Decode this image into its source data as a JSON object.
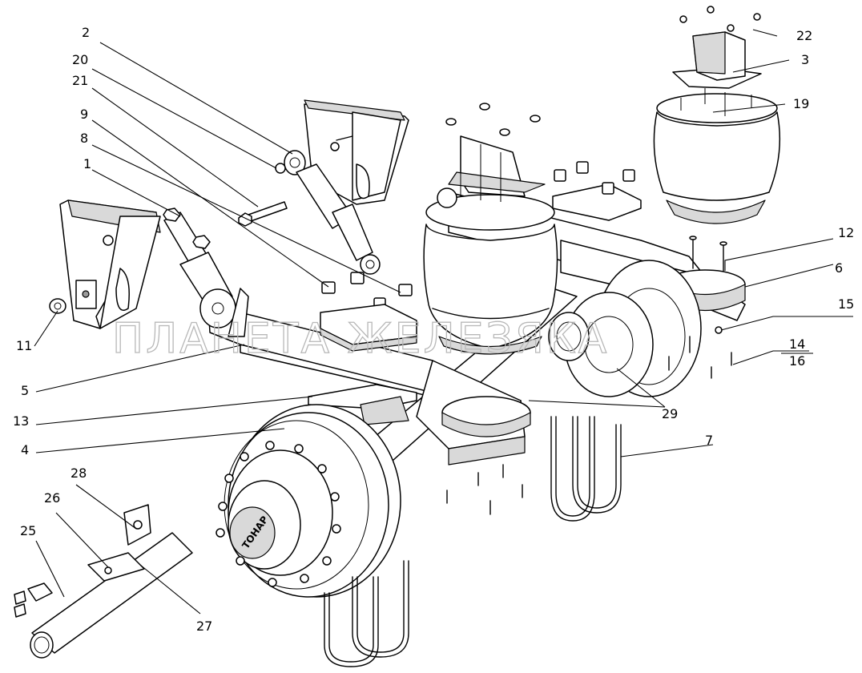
{
  "watermark": "ПЛАНЕТА ЖЕЛЕЗЯКА",
  "hub_cap_text": "ТОНАР",
  "callouts": {
    "c1": "1",
    "c2": "2",
    "c3": "3",
    "c4": "4",
    "c5": "5",
    "c6": "6",
    "c7": "7",
    "c8": "8",
    "c9": "9",
    "c11": "11",
    "c12": "12",
    "c13": "13",
    "c14": "14",
    "c15": "15",
    "c16": "16",
    "c19": "19",
    "c20": "20",
    "c21": "21",
    "c22": "22",
    "c25": "25",
    "c26": "26",
    "c27": "27",
    "c28": "28",
    "c29": "29"
  }
}
